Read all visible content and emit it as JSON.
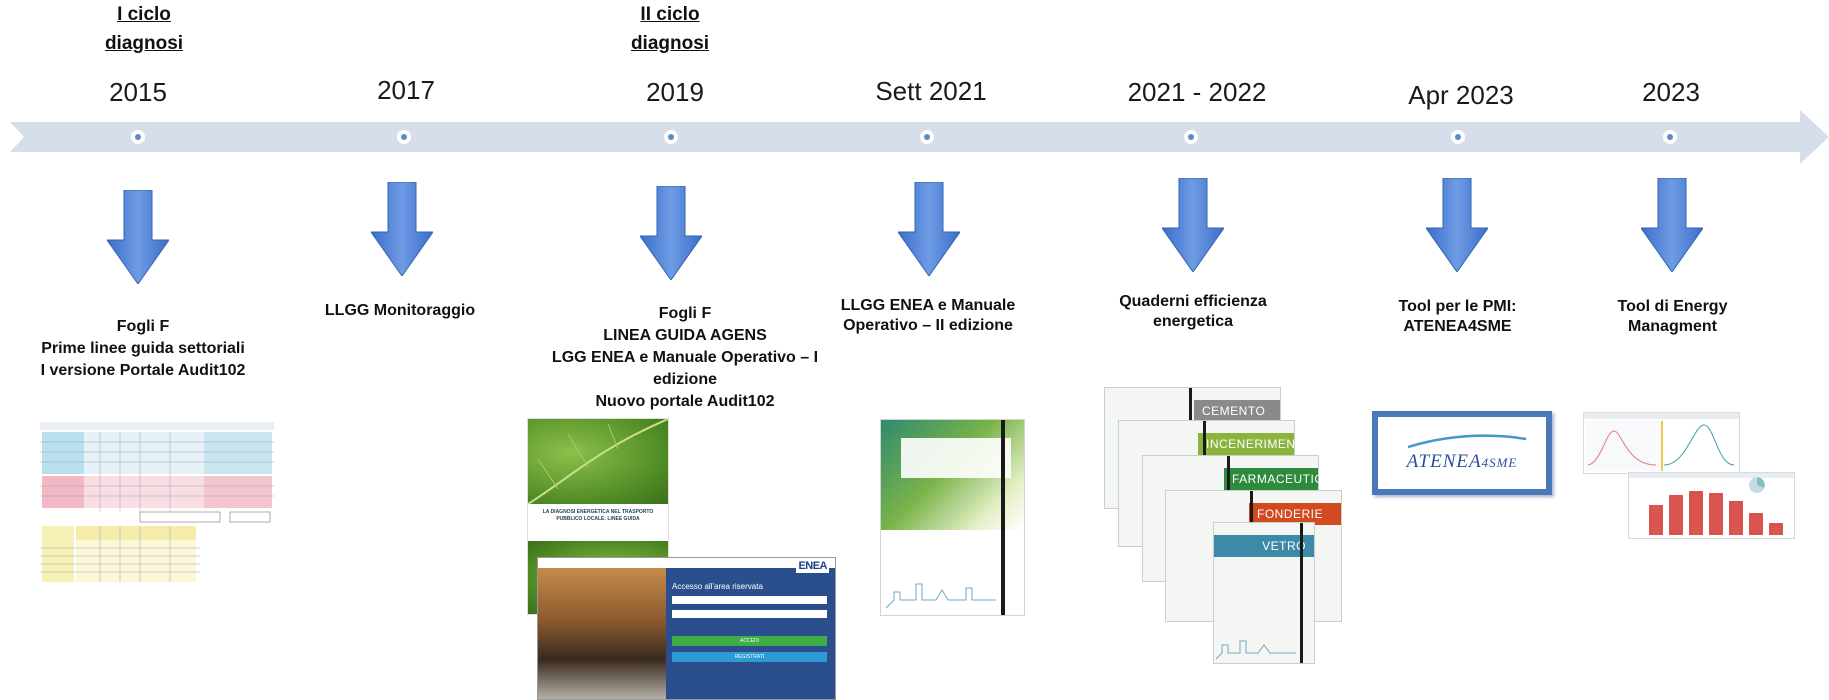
{
  "cycles": {
    "first": [
      "I ciclo",
      "diagnosi"
    ],
    "second": [
      "II ciclo",
      "diagnosi"
    ]
  },
  "milestones": [
    {
      "year": "2015",
      "lines": [
        "Fogli F",
        "Prime linee guida settoriali",
        "I versione Portale Audit102"
      ]
    },
    {
      "year": "2017",
      "lines": [
        "LLGG Monitoraggio"
      ]
    },
    {
      "year": "2019",
      "lines": [
        "Fogli F",
        "LINEA GUIDA AGENS",
        "LGG ENEA e Manuale Operativo – I",
        "edizione",
        "Nuovo portale Audit102"
      ]
    },
    {
      "year": "Sett 2021",
      "lines": [
        "LLGG ENEA e Manuale",
        "Operativo – II edizione"
      ]
    },
    {
      "year": "2021 - 2022",
      "lines": [
        "Quaderni efficienza",
        "energetica"
      ]
    },
    {
      "year": "Apr 2023",
      "lines": [
        "Tool per le PMI:",
        "ATENEA4SME"
      ]
    },
    {
      "year": "2023",
      "lines": [
        "Tool di Energy",
        "Managment"
      ]
    }
  ],
  "images": {
    "agens_cover_title": "LA DIAGNOSI ENERGETICA NEL TRASPORTO PUBBLICO LOCALE: LINEE GUIDA",
    "login": {
      "logo": "ENEA",
      "title": "Accesso all'area riservata",
      "button_login": "ACCEDI",
      "button_register": "REGISTRATI"
    },
    "booklets": [
      "CEMENTO",
      "INCENERIMENTO",
      "FARMACEUTICA",
      "FONDERIE",
      "VETRO"
    ],
    "atenea_logo_main": "ATENEA",
    "atenea_logo_sub": "4SME"
  },
  "colors": {
    "timeline": "#d5deea",
    "arrow_fill": "#4a7fd1",
    "booklet_cemento": "#8a8a8a",
    "booklet_incenerimento": "#8bb43c",
    "booklet_farmaceutica": "#2e8a3c",
    "booklet_fonderie": "#d24a1f",
    "booklet_vetro": "#3d8aa8",
    "atenea_frame": "#4a78b8",
    "atenea_text": "#2b4f9b"
  }
}
